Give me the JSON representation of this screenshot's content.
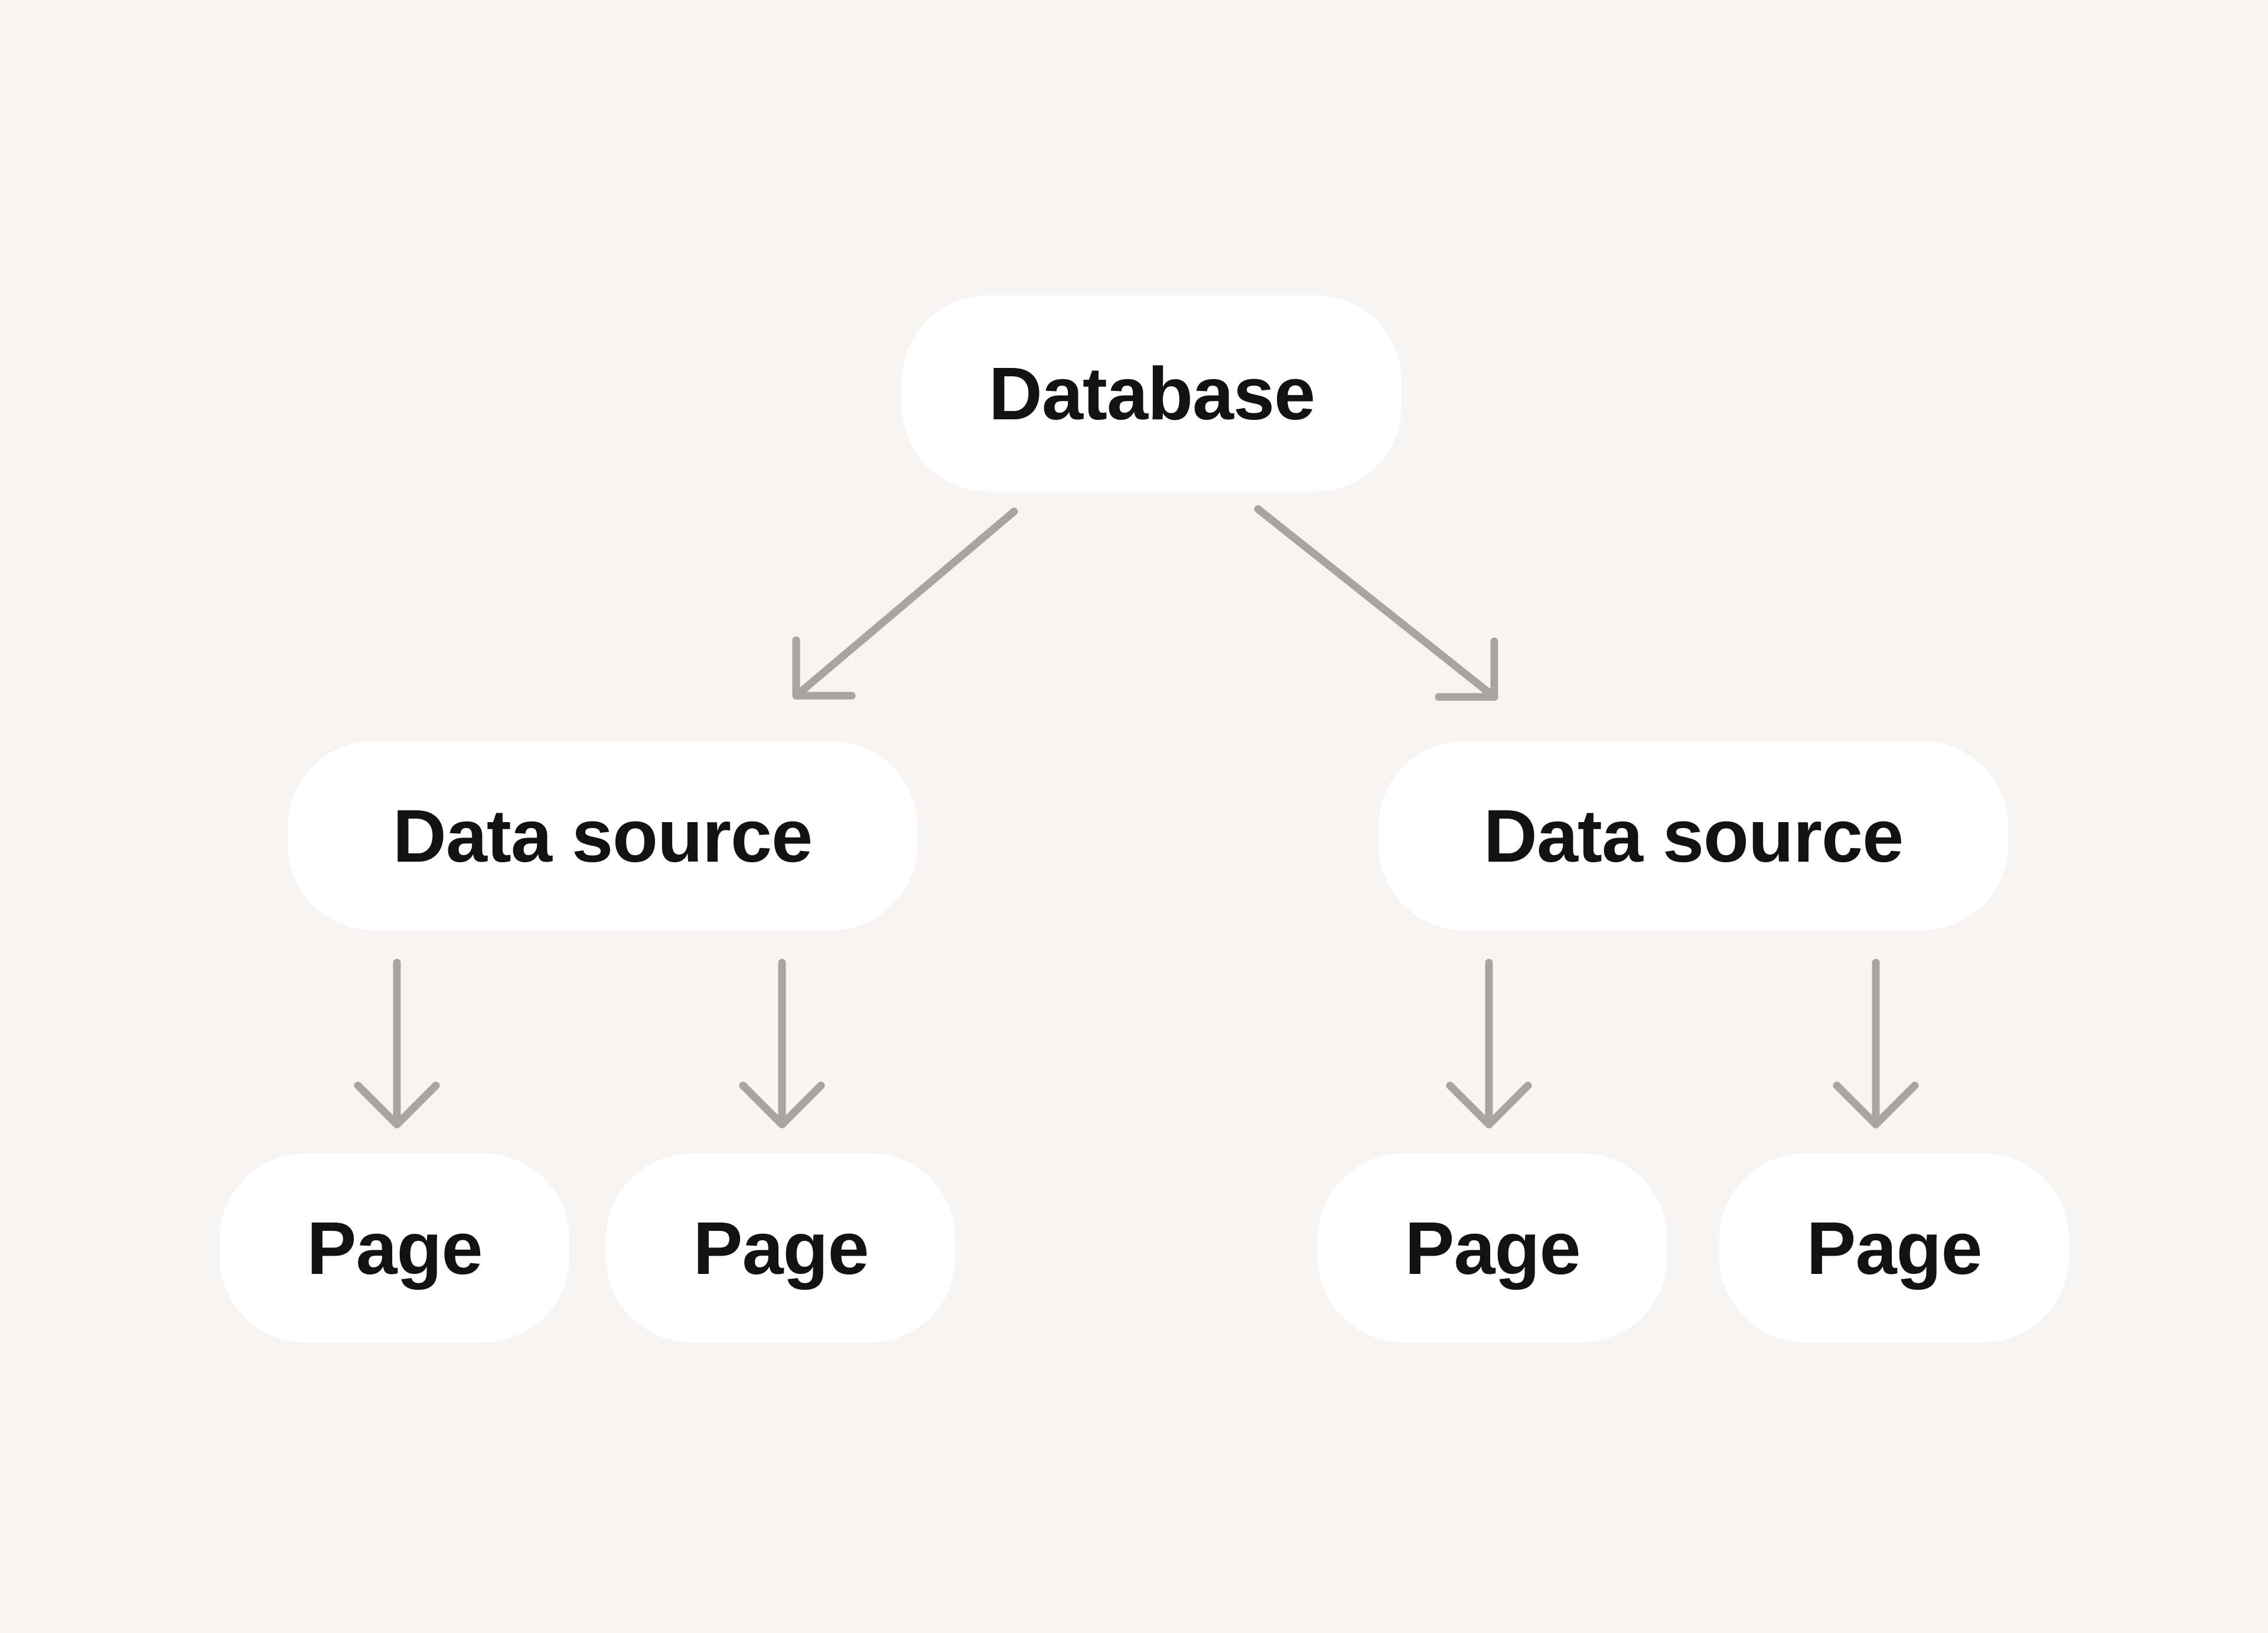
{
  "diagram": {
    "colors": {
      "background": "#f6f5f4",
      "node_fill": "#ffffff",
      "arrow": "#a7a5a1",
      "text": "#121212"
    },
    "nodes": {
      "database": {
        "label": "Database"
      },
      "data_source_left": {
        "label": "Data source"
      },
      "data_source_right": {
        "label": "Data source"
      },
      "page_left_1": {
        "label": "Page"
      },
      "page_left_2": {
        "label": "Page"
      },
      "page_right_1": {
        "label": "Page"
      },
      "page_right_2": {
        "label": "Page"
      }
    },
    "edges": [
      {
        "from": "database",
        "to": "data_source_left"
      },
      {
        "from": "database",
        "to": "data_source_right"
      },
      {
        "from": "data_source_left",
        "to": "page_left_1"
      },
      {
        "from": "data_source_left",
        "to": "page_left_2"
      },
      {
        "from": "data_source_right",
        "to": "page_right_1"
      },
      {
        "from": "data_source_right",
        "to": "page_right_2"
      }
    ]
  }
}
